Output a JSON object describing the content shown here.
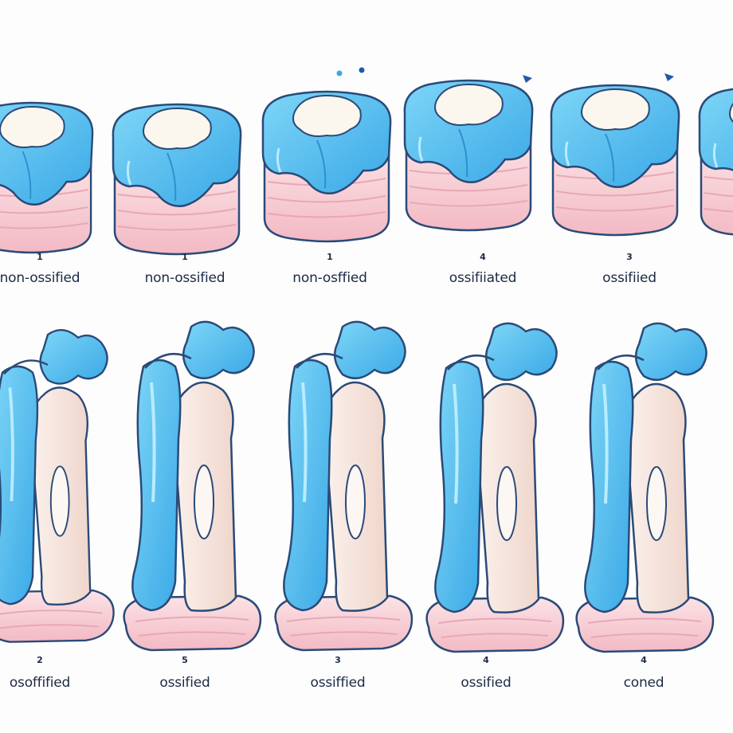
{
  "top_row": [
    {
      "number": "1",
      "caption": "non-ossified"
    },
    {
      "number": "1",
      "caption": "non-ossified"
    },
    {
      "number": "1",
      "caption": "non-osffied"
    },
    {
      "number": "4",
      "caption": "ossifiiated"
    },
    {
      "number": "3",
      "caption": "ossifiied"
    },
    {
      "number": "",
      "caption": ""
    }
  ],
  "bottom_row": [
    {
      "number": "2",
      "caption": "osoffified"
    },
    {
      "number": "5",
      "caption": "ossified"
    },
    {
      "number": "3",
      "caption": "ossiffied"
    },
    {
      "number": "4",
      "caption": "ossified"
    },
    {
      "number": "4",
      "caption": "coned"
    }
  ],
  "colors": {
    "cartilage": "#5bc3f0",
    "cartilage_dark": "#2f8fd0",
    "tissue": "#f8d3d8",
    "tissue_line": "#e7a8b4",
    "bone": "#f7e8e0",
    "bone_line": "#6b6d86",
    "outline": "#2a4a78",
    "text": "#1b2a44"
  }
}
